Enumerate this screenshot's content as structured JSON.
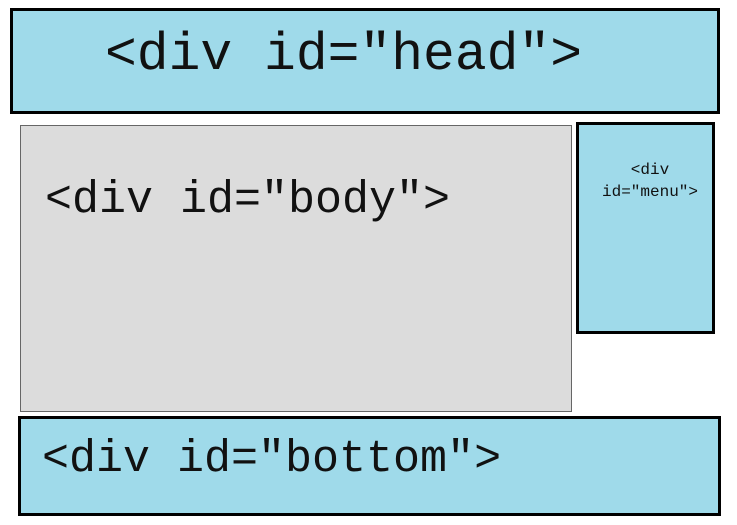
{
  "head": {
    "label": "<div id=\"head\">",
    "color": "#9fdaea"
  },
  "body": {
    "label": "<div id=\"body\">",
    "color": "#dcdcdc"
  },
  "menu": {
    "label_line1": "<div",
    "label_line2": "id=\"menu\">",
    "color": "#9fdaea"
  },
  "bottom": {
    "label": "<div id=\"bottom\">",
    "color": "#9fdaea"
  }
}
